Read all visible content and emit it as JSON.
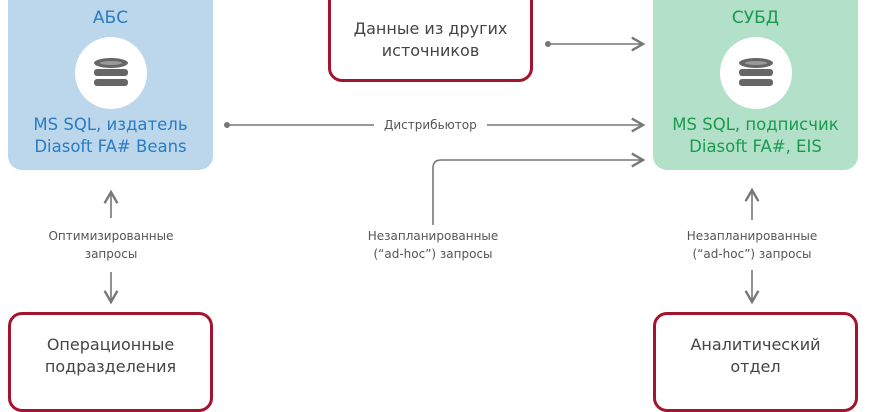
{
  "abs_box": {
    "title": "АБС",
    "line1": "MS SQL, издатель",
    "line2": "Diasoft FA# Beans"
  },
  "subd_box": {
    "title": "СУБД",
    "line1": "MS SQL, подписчик",
    "line2": "Diasoft FA#, EIS"
  },
  "other_sources": {
    "line1": "Данные из других",
    "line2": "источников"
  },
  "operational": {
    "line1": "Операционные",
    "line2": "подразделения"
  },
  "analytical": {
    "line1": "Аналитический",
    "line2": "отдел"
  },
  "labels": {
    "distributor": "Дистрибьютор",
    "optimized_1": "Оптимизированные",
    "optimized_2": "запросы",
    "adhoc_mid_1": "Незапланированные",
    "adhoc_mid_2": "(“ad-hoc”) запросы",
    "adhoc_right_1": "Незапланированные",
    "adhoc_right_2": "(“ad-hoc”) запросы"
  },
  "colors": {
    "abs": "#bcd7ec",
    "subd": "#b3e0c8",
    "border": "#a3152e",
    "line": "#777777"
  }
}
